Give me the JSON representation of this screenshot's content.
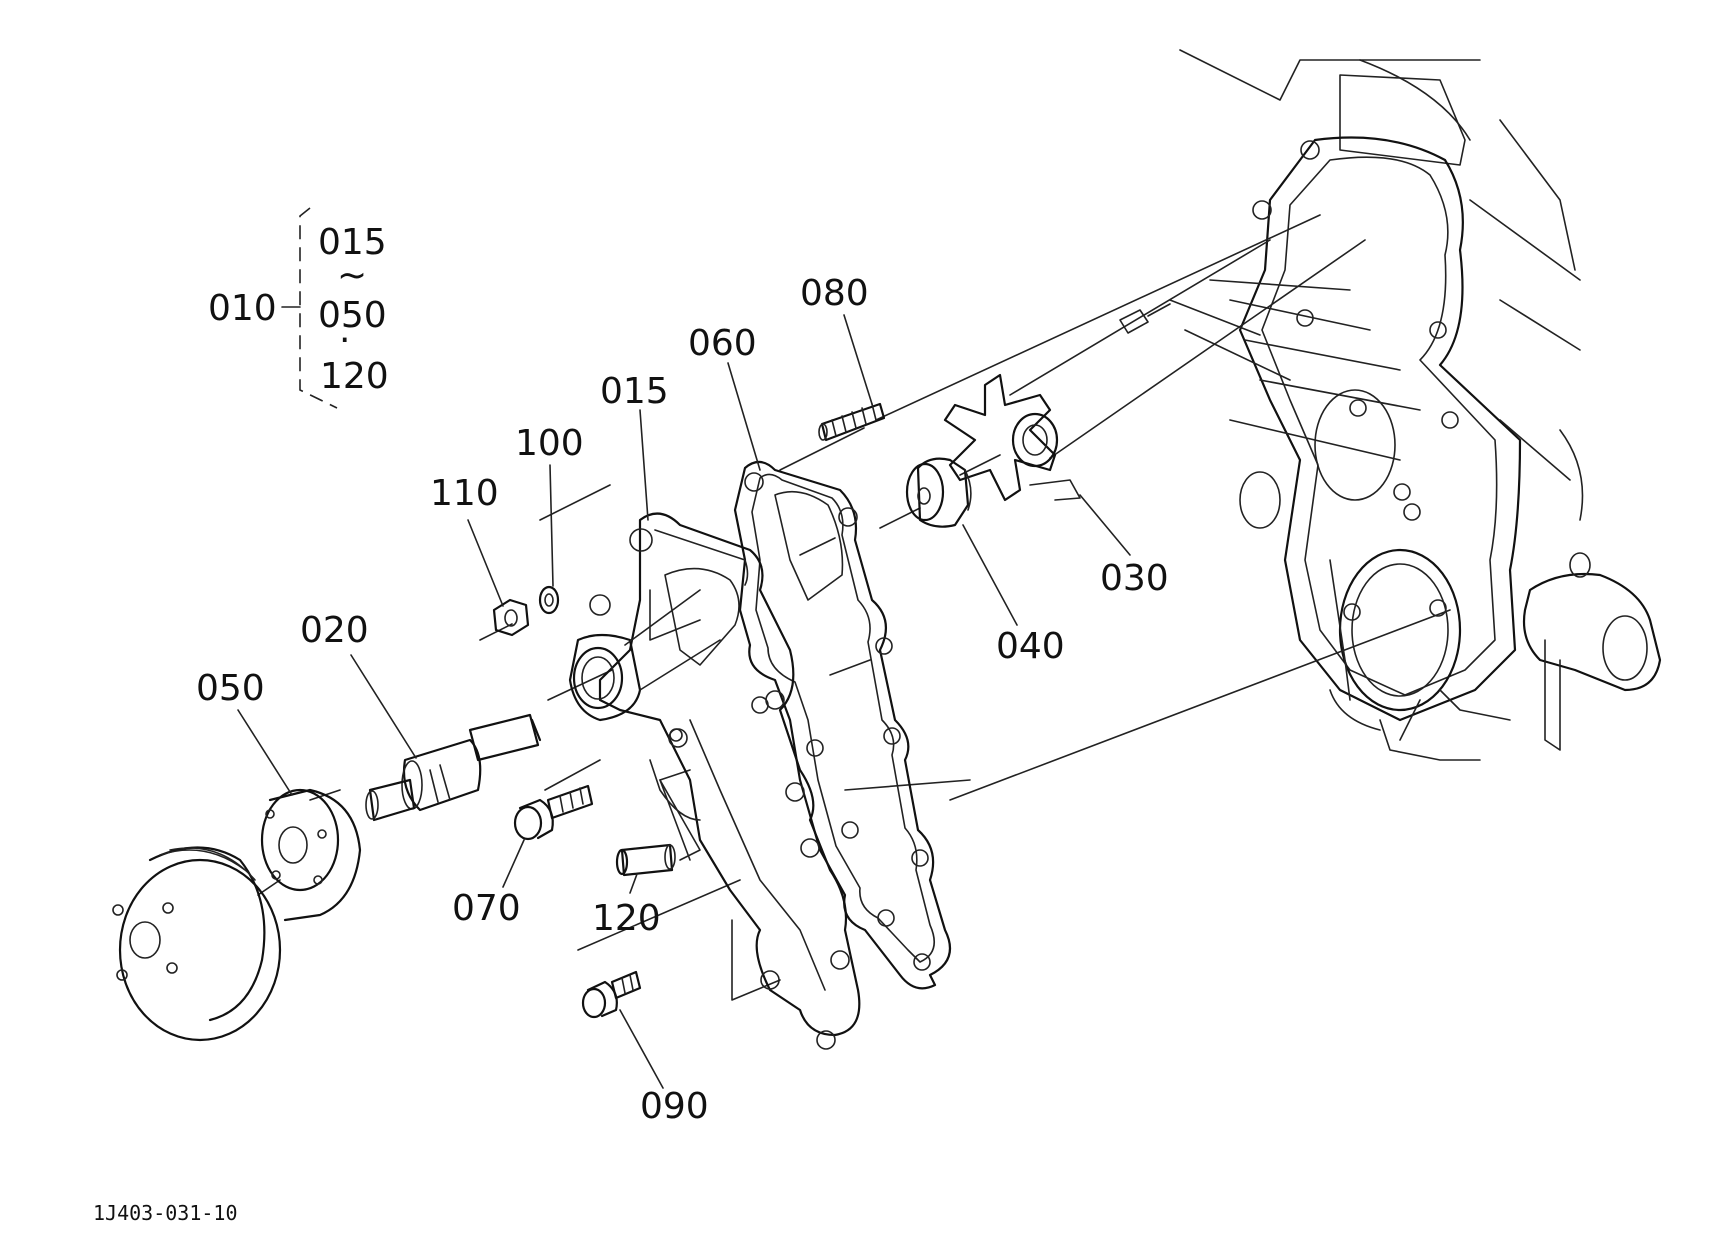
{
  "group": {
    "parent": "010",
    "items": [
      "015",
      "~",
      "050",
      "·",
      "120"
    ]
  },
  "callouts": {
    "c015": "015",
    "c020": "020",
    "c030": "030",
    "c040": "040",
    "c050": "050",
    "c060": "060",
    "c070": "070",
    "c080": "080",
    "c090": "090",
    "c100": "100",
    "c110": "110",
    "c120": "120"
  },
  "drawing_code": "1J403-031-10"
}
